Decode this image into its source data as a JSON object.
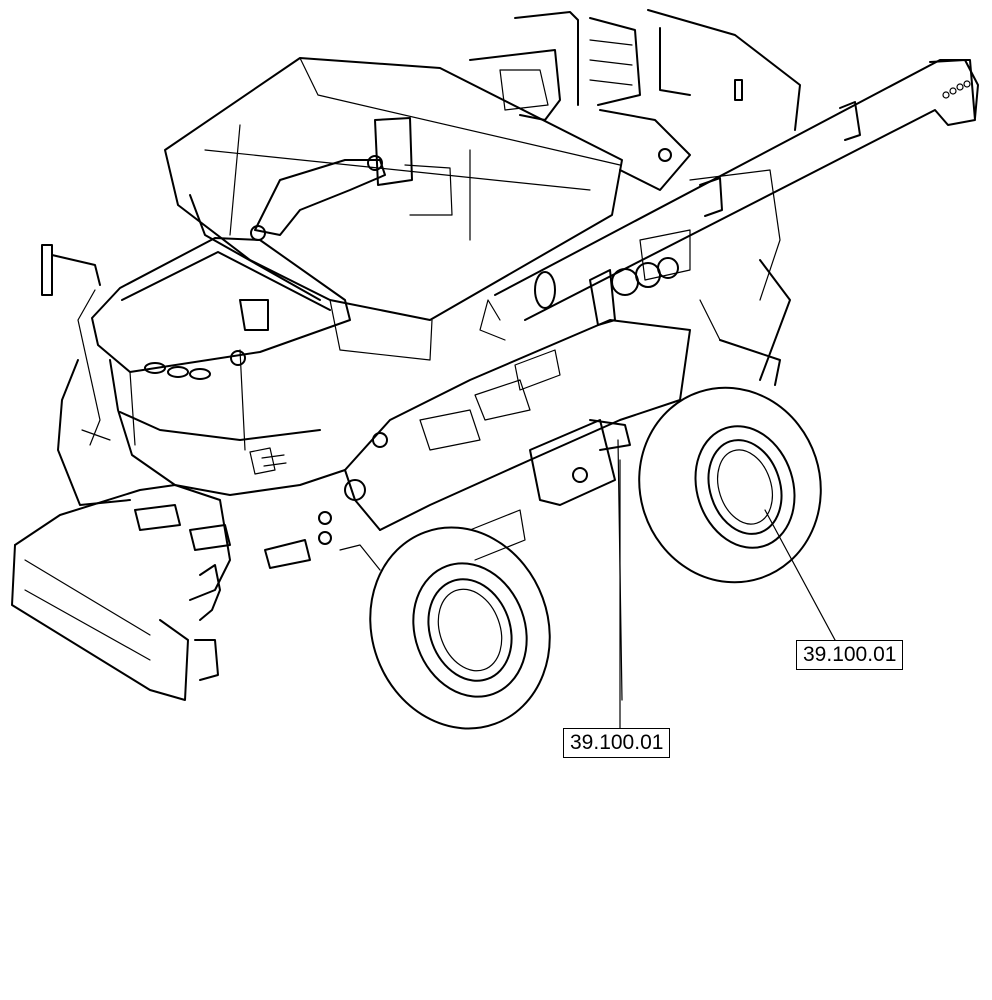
{
  "diagram": {
    "subject": "combine harvester isometric line drawing",
    "callouts": [
      {
        "label": "39.100.01",
        "target": "rear-wheel"
      },
      {
        "label": "39.100.01",
        "target": "front-axle-support"
      }
    ],
    "colors": {
      "line": "#000000",
      "background": "#ffffff"
    }
  }
}
